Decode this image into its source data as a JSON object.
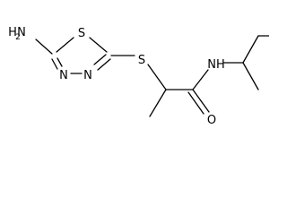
{
  "molecule": {
    "atoms": {
      "amine_n": "N",
      "amine_h": "H",
      "amine_h_count": "2",
      "ring_s": "S",
      "ring_n1": "N",
      "ring_n2": "N",
      "thioether_s": "S",
      "amide_nh": "NH",
      "carbonyl_o": "O"
    }
  }
}
